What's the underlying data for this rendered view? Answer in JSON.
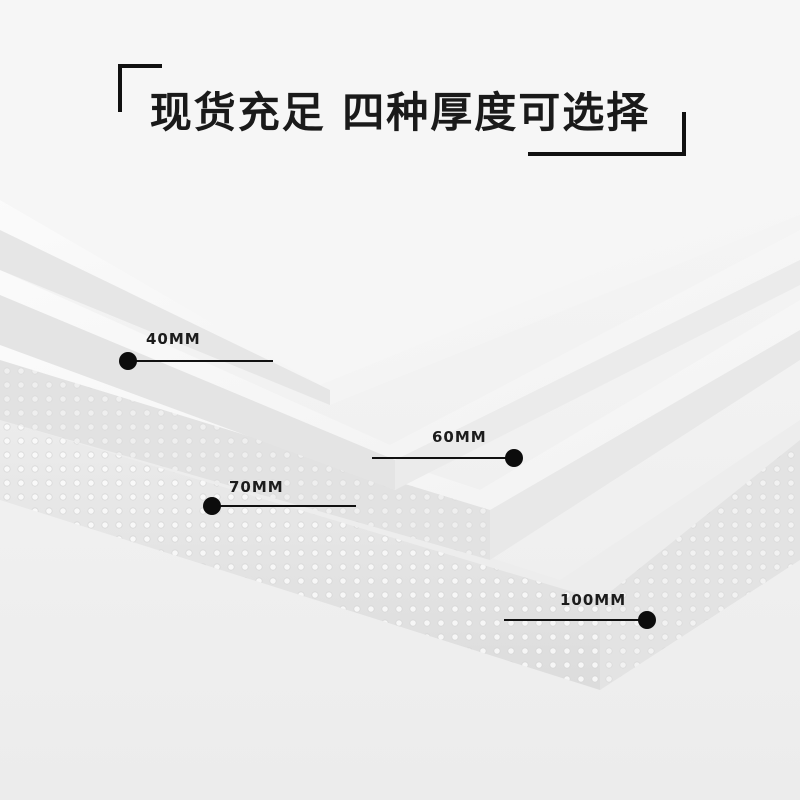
{
  "headline": "现货充足 四种厚度可选择",
  "thickness_labels": [
    "40MM",
    "60MM",
    "70MM",
    "100MM"
  ],
  "colors": {
    "board": "#f7f7f7",
    "board_edge": "#e6e6e6",
    "text": "#1a1a1a",
    "marker": "#0c0c0c"
  }
}
